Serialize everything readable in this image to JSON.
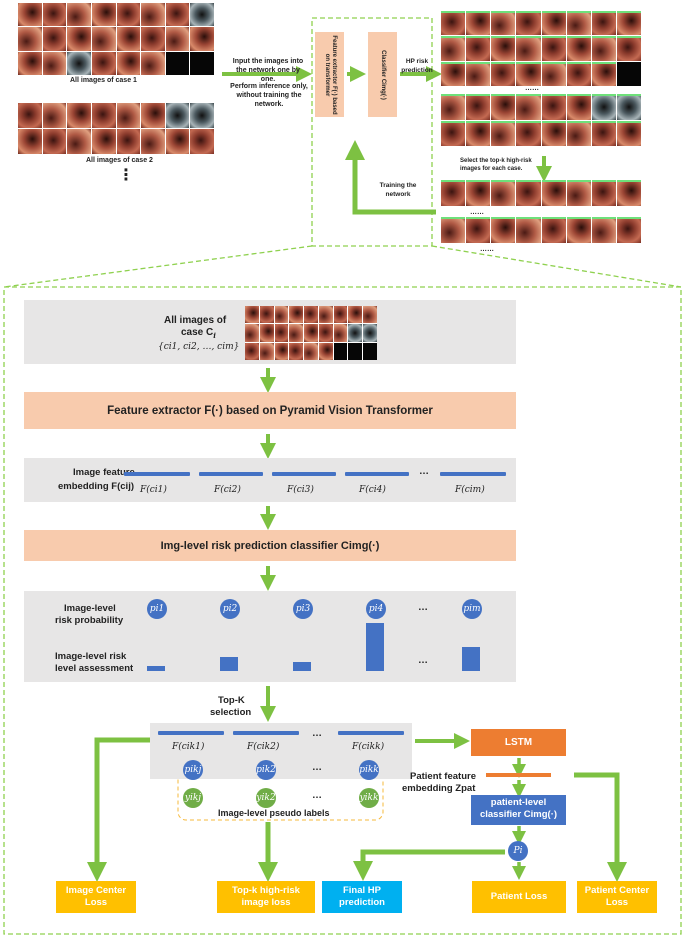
{
  "top": {
    "case1_caption": "All images of case 1",
    "case2_caption": "All images of case 2",
    "ellipsis_vertical": "⋮",
    "input_text": "Input the images into the network one by one.",
    "inference_text": "Perform inference only, without training the network.",
    "feature_extractor_label": "Feature extractor F(·) based on transformer",
    "classifier_label": "Classifier Cimg(·)",
    "hp_risk_text": "HP risk prediction",
    "select_text": "Select the top-k high-risk images for each case.",
    "training_text": "Training the network",
    "dots": "……"
  },
  "main": {
    "all_images_label": "All images of",
    "case_label": "case C",
    "case_sub": "i",
    "case_set": "{ci1, ci2, …, cim}",
    "feature_extractor": "Feature extractor F(·) based on Pyramid Vision Transformer",
    "embedding_label_1": "Image feature",
    "embedding_label_2": "embedding F(cij)",
    "emb_labels": [
      "F(ci1)",
      "F(ci2)",
      "F(ci3)",
      "F(ci4)",
      "F(cim)"
    ],
    "ellipsis": "…",
    "classifier": "Img-level risk prediction classifier Cimg(·)",
    "risk_prob_label_1": "Image-level",
    "risk_prob_label_2": "risk probability",
    "prob_circles": [
      "pi1",
      "pi2",
      "pi3",
      "pi4",
      "pim"
    ],
    "risk_assess_label_1": "Image-level risk",
    "risk_assess_label_2": "level assessment",
    "risk_levels": [
      0.1,
      0.3,
      0.18,
      1.0,
      0.5
    ],
    "topk_label_1": "Top-K",
    "topk_label_2": "selection",
    "topk_feats": [
      "F(cik1)",
      "F(cik2)",
      "F(cikk)"
    ],
    "topk_probs": [
      "pikj",
      "pik2",
      "pikk"
    ],
    "topk_labels": [
      "yikj",
      "yik2",
      "yikk"
    ],
    "pseudo_labels": "Image-level pseudo labels",
    "lstm": "LSTM",
    "patient_feat_1": "Patient feature",
    "patient_feat_2": "embedding Zpat",
    "patient_classifier_1": "patient-level",
    "patient_classifier_2": "classifier Cimg(·)",
    "patient_prob": "Pi"
  },
  "losses": {
    "image_center": "Image Center Loss",
    "topk_loss": "Top-k high-risk image loss",
    "final_hp": "Final HP prediction",
    "patient_loss": "Patient Loss",
    "patient_center": "Patient Center Loss"
  },
  "colors": {
    "arrow_green": "#7dc142",
    "salmon": "#f8cbad",
    "panel_gray": "#e7e6e6",
    "blue": "#4472c4",
    "green": "#70ad47",
    "orange": "#ffc000",
    "lstm_orange": "#ed7d31",
    "cyan": "#00b0f0",
    "dashed_green": "#8fd14f"
  }
}
